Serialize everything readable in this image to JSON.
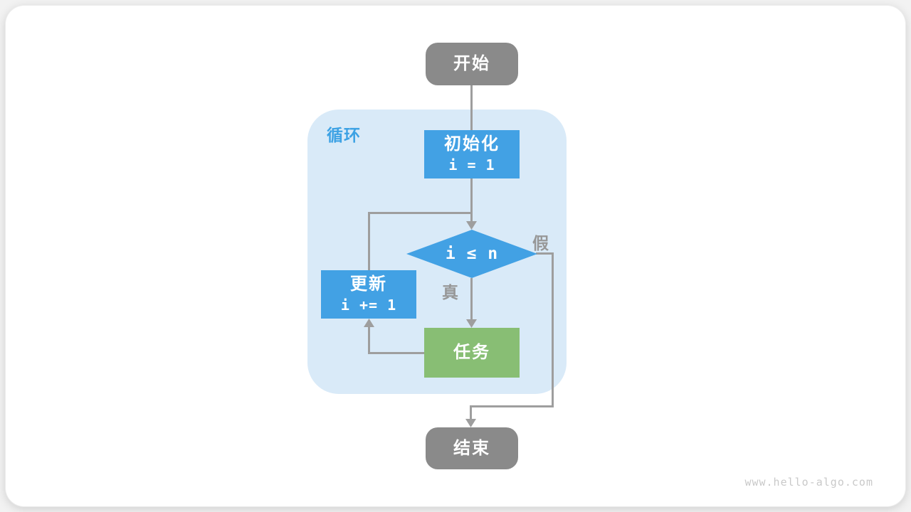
{
  "page": {
    "watermark": "www.hello-algo.com"
  },
  "colors": {
    "box_blue": "#42a1e4",
    "box_green": "#88be74",
    "box_gray": "#8a8a8a",
    "loop_bg": "#d9eaf8",
    "line_gray": "#9e9e9e",
    "label_gray": "#979797",
    "loop_label_blue": "#3da2e4",
    "watermark_gray": "#c9c9c9"
  },
  "flowchart": {
    "start": {
      "label": "开始"
    },
    "loop_region": {
      "label": "循环"
    },
    "init": {
      "label": "初始化",
      "code": "i = 1"
    },
    "condition": {
      "expression": "i ≤ n"
    },
    "branch_true": {
      "label": "真"
    },
    "branch_false": {
      "label": "假"
    },
    "task": {
      "label": "任务"
    },
    "update": {
      "label": "更新",
      "code": "i += 1"
    },
    "end": {
      "label": "结束"
    }
  }
}
